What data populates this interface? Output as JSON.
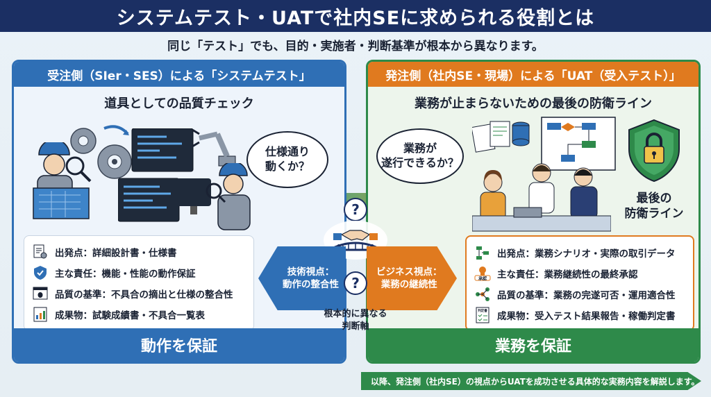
{
  "title": "システムテスト・UATで社内SEに求められる役割とは",
  "subtitle": "同じ「テスト」でも、目的・実施者・判断基準が根本から異なります。",
  "left": {
    "header": "受注側（SIer・SES）による「システムテスト」",
    "subheading": "道具としての品質チェック",
    "bubble_line1": "仕様通り",
    "bubble_line2": "動くか？",
    "items": [
      {
        "icon": "document-gear-icon",
        "text": "出発点：詳細設計書・仕様書"
      },
      {
        "icon": "shield-check-icon",
        "text": "主な責任：機能・性能の動作保証"
      },
      {
        "icon": "bug-window-icon",
        "text": "品質の基準：不具合の摘出と仕様の整合性"
      },
      {
        "icon": "report-chart-icon",
        "text": "成果物：試験成績書・不具合一覧表"
      }
    ],
    "footer": "動作を保証"
  },
  "right": {
    "header": "発注側（社内SE・現場）による「UAT（受入テスト）」",
    "subheading": "業務が止まらないための最後の防衛ライン",
    "bubble_line1": "業務が",
    "bubble_line2": "遂行できるか？",
    "shield_line1": "最後の",
    "shield_line2": "防衛ライン",
    "items": [
      {
        "icon": "flowchart-icon",
        "text": "出発点：業務シナリオ・実際の取引データ"
      },
      {
        "icon": "approval-stamp-icon",
        "text": "主な責任：業務継続性の最終承認"
      },
      {
        "icon": "process-nodes-icon",
        "text": "品質の基準：業務の完遂可否・運用適合性"
      },
      {
        "icon": "checklist-icon",
        "text": "成果物：受入テスト結果報告・稼働判定書"
      }
    ],
    "footer": "業務を保証",
    "approval_stamp": "承認",
    "judgement_doc": "判定書"
  },
  "center": {
    "tech_line1": "技術視点：",
    "tech_line2": "動作の整合性",
    "biz_line1": "ビジネス視点：",
    "biz_line2": "業務の継続性",
    "axis_line1": "根本的に異なる",
    "axis_line2": "判断軸",
    "question_mark": "?"
  },
  "bottom_note": "以降、発注側（社内SE）の視点からUATを成功させる具体的な実務内容を解説します。",
  "colors": {
    "navy": "#1b2f63",
    "blue": "#2f6fb5",
    "orange": "#e07a1f",
    "green": "#2e8a4a"
  }
}
